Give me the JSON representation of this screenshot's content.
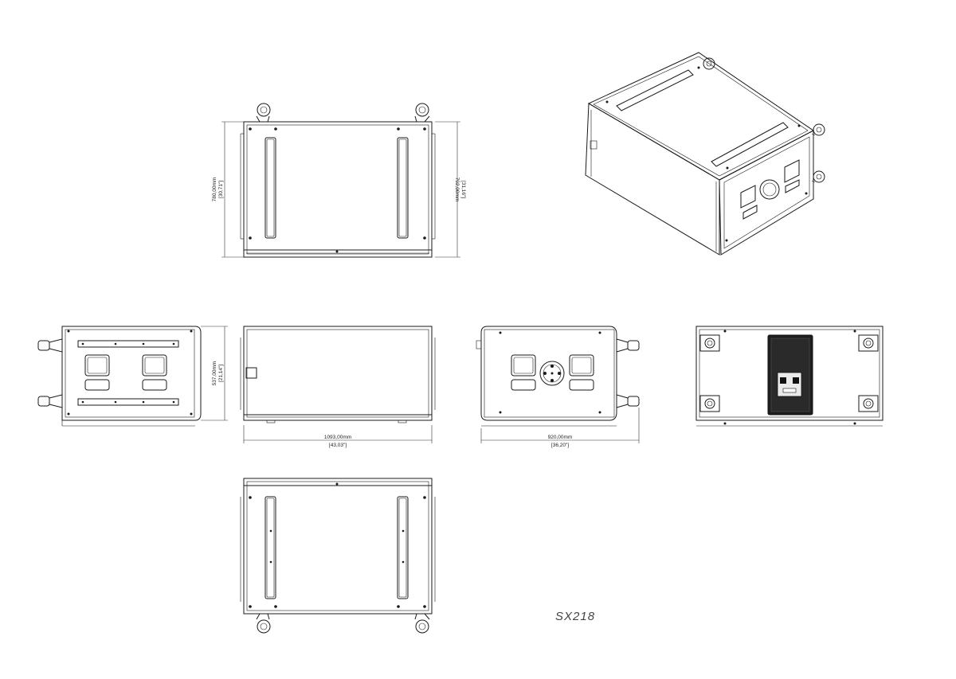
{
  "drawing": {
    "model": "SX218",
    "dimensions": {
      "top_depth": {
        "mm": "780,00mm",
        "in": "[30,71\"]"
      },
      "top_width": {
        "mm": "792,00mm",
        "in": "[31,16\"]"
      },
      "height": {
        "mm": "537,00mm",
        "in": "[21,14\"]"
      },
      "length": {
        "mm": "1093,00mm",
        "in": "[43,03\"]"
      },
      "front_width": {
        "mm": "920,00mm",
        "in": "[36,20\"]"
      }
    }
  }
}
